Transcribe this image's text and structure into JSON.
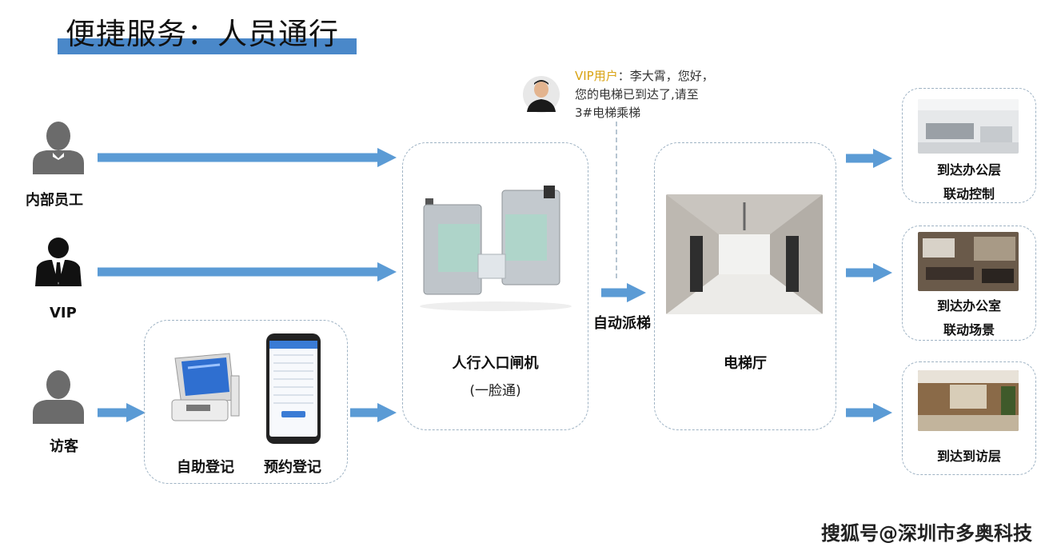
{
  "title": "便捷服务：人员通行",
  "people": [
    {
      "label": "内部员工",
      "icon": "employee-icon"
    },
    {
      "label": "VIP",
      "icon": "vip-icon"
    },
    {
      "label": "访客",
      "icon": "visitor-icon"
    }
  ],
  "registration": {
    "self_service": "自助登记",
    "appointment": "预约登记"
  },
  "gate": {
    "label": "人行入口闸机",
    "sublabel": "(一脸通)"
  },
  "dispatch_label": "自动派梯",
  "elevator_hall": {
    "label": "电梯厅"
  },
  "vip_message": {
    "tag": "VIP用户",
    "line1": "：李大霄，您好，",
    "line2": "您的电梯已到达了,请至",
    "line3": "3#电梯乘梯"
  },
  "destinations": [
    {
      "line1": "到达办公层",
      "line2": "联动控制"
    },
    {
      "line1": "到达办公室",
      "line2": "联动场景"
    },
    {
      "line1": "到达到访层",
      "line2": ""
    }
  ],
  "watermark": "搜狐号@深圳市多奥科技",
  "colors": {
    "arrow": "#5b9bd5",
    "title_bar": "#4a88c9",
    "vip_tag": "#d9a313",
    "icon_gray": "#6b6b6b"
  }
}
